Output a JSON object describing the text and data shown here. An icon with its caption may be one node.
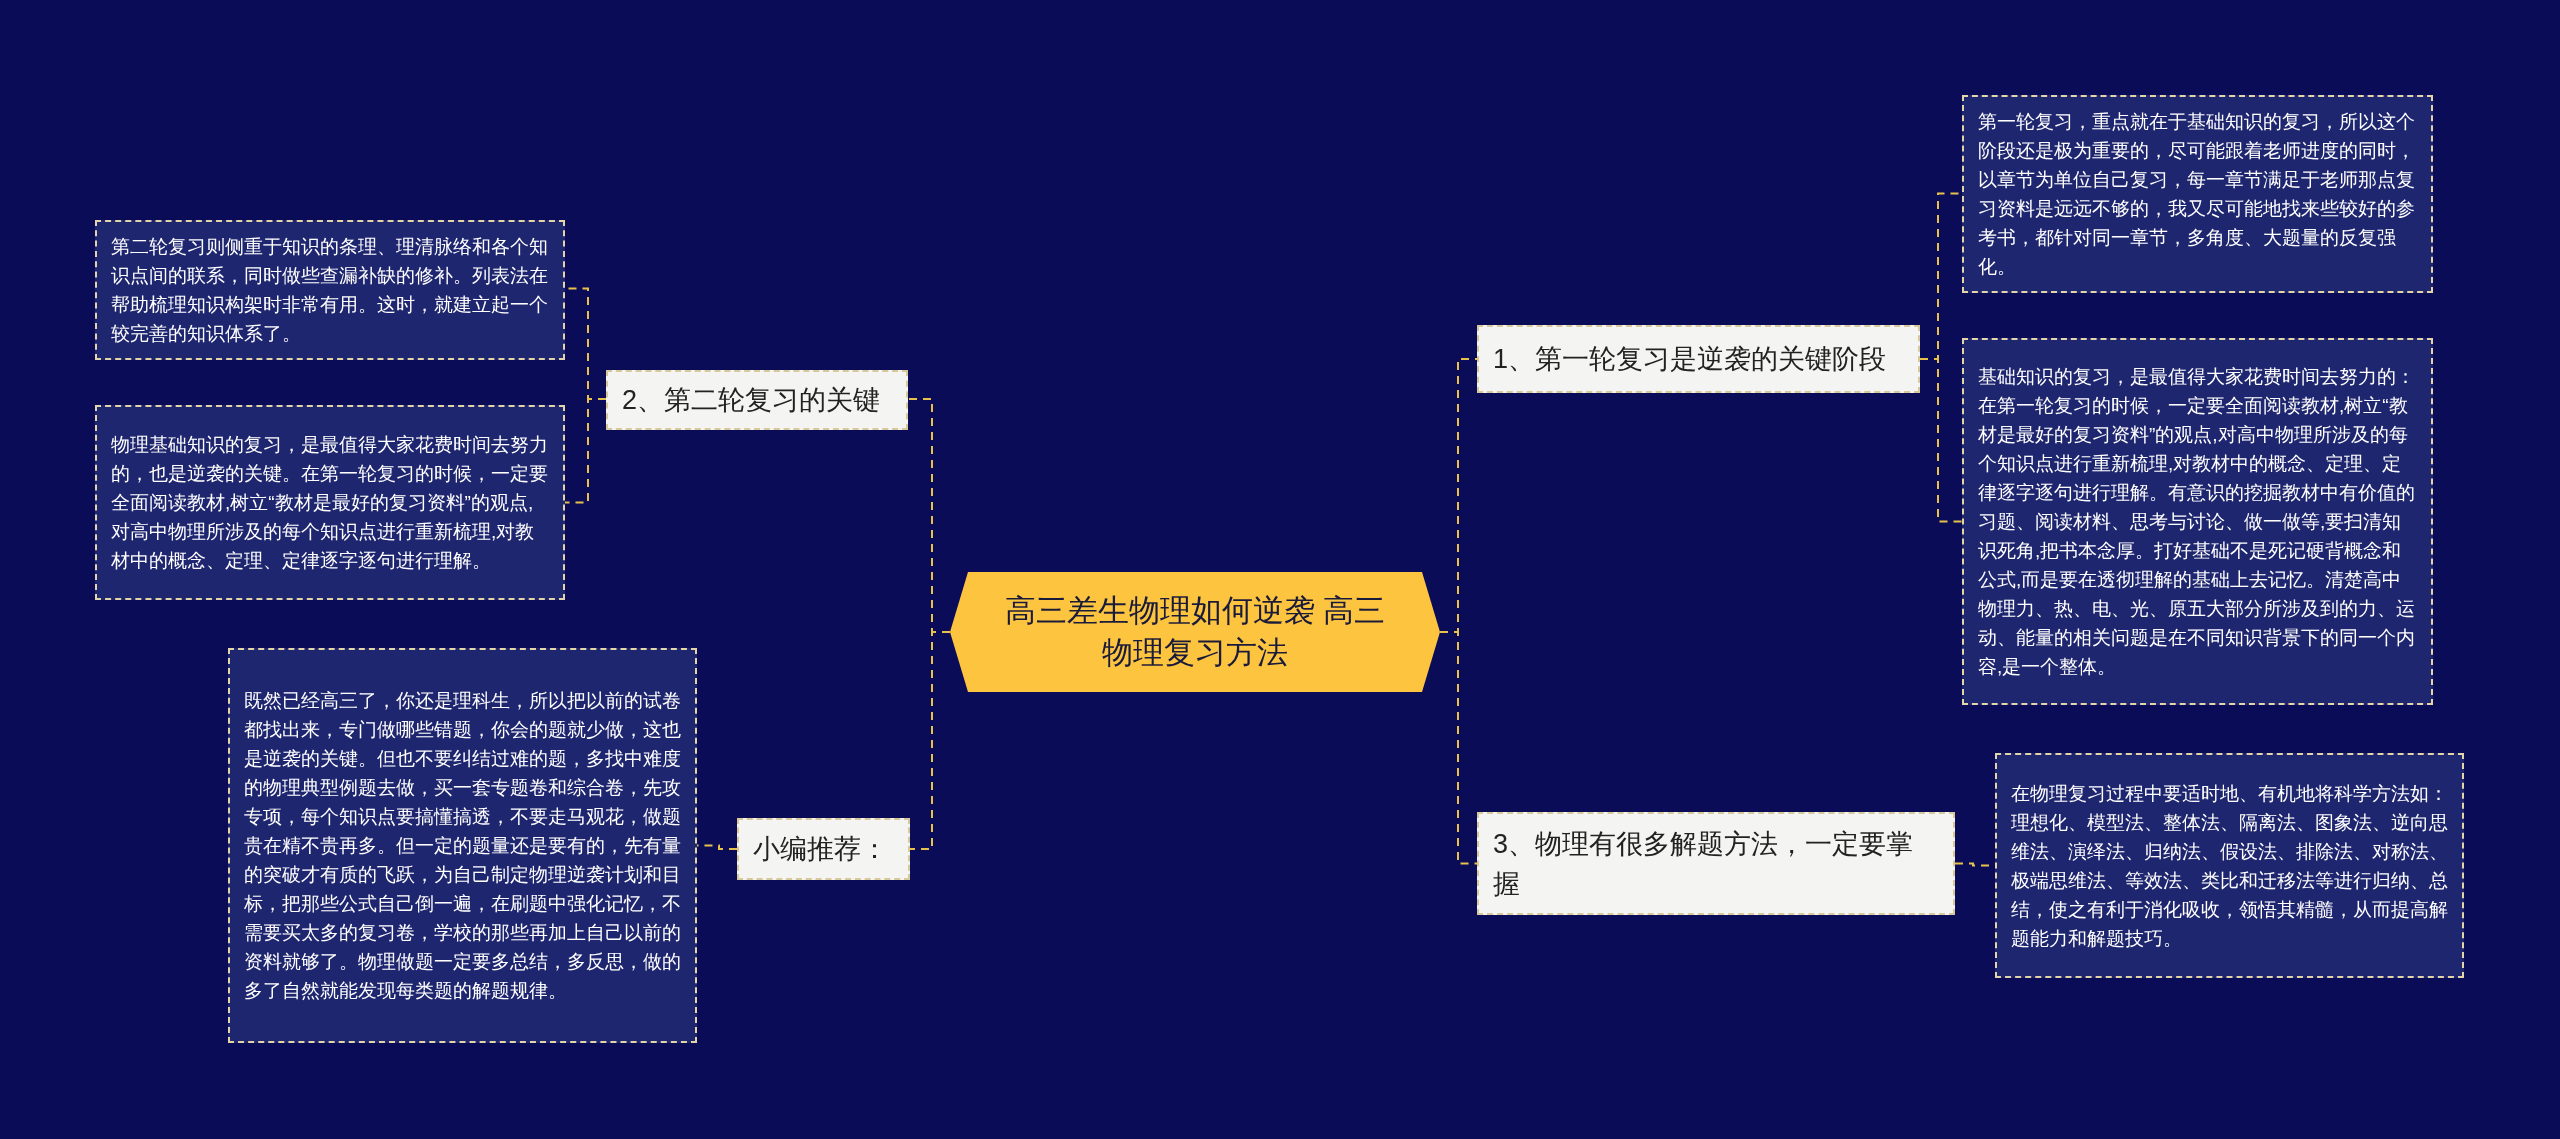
{
  "diagram": {
    "nodes": [
      {
        "text": [
          "高三差生物理如何逆袭 高三物理复习方法"
        ]
      },
      {
        "text": [
          "1、第一轮复习是逆袭的关键阶段"
        ]
      },
      {
        "text": [
          "第一轮复习，重点就在于基础知识的复习，所以这个阶段还是极为重要的，尽可能跟着老师进度的同时，以章节为单位自己复习，每一章节满足于老师那点复习资料是远远不够的，我又尽可能地找来些较好的参考书，都针对同一章节，多角度、大题量的反复强化。"
        ]
      },
      {
        "text": [
          "基础知识的复习，是最值得大家花费时间去努力的：在第一轮复习的时候，一定要全面阅读教材,树立“教材是最好的复习资料”的观点,对高中物理所涉及的每个知识点进行重新梳理,对教材中的概念、定理、定律逐字逐句进行理解。有意识的挖掘教材中有价值的习题、阅读材料、思考与讨论、做一做等,要扫清知识死角,把书本念厚。打好基础不是死记硬背概念和公式,而是要在透彻理解的基础上去记忆。清楚高中物理力、热、电、光、原五大部分所涉及到的力、运动、能量的相关问题是在不同知识背景下的同一个内容,是一个整体。"
        ]
      },
      {
        "text": [
          "2、第二轮复习的关键"
        ]
      },
      {
        "text": [
          "第二轮复习则侧重于知识的条理、理清脉络和各个知识点间的联系，同时做些查漏补缺的修补。列表法在帮助梳理知识构架时非常有用。这时，就建立起一个较完善的知识体系了。"
        ]
      },
      {
        "text": [
          "物理基础知识的复习，是最值得大家花费时间去努力的，也是逆袭的关键。在第一轮复习的时候，一定要全面阅读教材,树立“教材是最好的复习资料”的观点,对高中物理所涉及的每个知识点进行重新梳理,对教材中的概念、定理、定律逐字逐句进行理解。"
        ]
      },
      {
        "text": [
          "3、物理有很多解题方法，一定要掌握"
        ]
      },
      {
        "text": [
          "在物理复习过程中要适时地、有机地将科学方法如：理想化、模型法、整体法、隔离法、图象法、逆向思维法、演绎法、归纳法、假设法、排除法、对称法、极端思维法、等效法、类比和迁移法等进行归纳、总结，使之有利于消化吸收，领悟其精髓，从而提高解题能力和解题技巧。"
        ]
      },
      {
        "text": [
          "小编推荐："
        ]
      },
      {
        "text": [
          "既然已经高三了，你还是理科生，所以把以前的试卷都找出来，专门做哪些错题，你会的题就少做，这也是逆袭的关键。但也不要纠结过难的题，多找中难度的物理典型例题去做，买一套专题卷和综合卷，先攻专项，每个知识点要搞懂搞透，不要走马观花，做题贵在精不贵再多。但一定的题量还是要有的，先有量的突破才有质的飞跃，为自己制定物理逆袭计划和目标，把那些公式自己倒一遍，在刷题中强化记忆，不需要买太多的复习卷，学校的那些再加上自己以前的资料就够了。物理做题一定要多总结，多反思，做的多了自然就能发现每类题的解题规律。"
        ]
      }
    ],
    "edges": [
      {
        "from": 0,
        "to": 1,
        "arrow": "none",
        "style": "dashed"
      },
      {
        "from": 1,
        "to": 2,
        "arrow": "none",
        "style": "dashed"
      },
      {
        "from": 1,
        "to": 3,
        "arrow": "none",
        "style": "dashed"
      },
      {
        "from": 0,
        "to": 4,
        "arrow": "none",
        "style": "dashed"
      },
      {
        "from": 4,
        "to": 5,
        "arrow": "none",
        "style": "dashed"
      },
      {
        "from": 4,
        "to": 6,
        "arrow": "none",
        "style": "dashed"
      },
      {
        "from": 0,
        "to": 7,
        "arrow": "none",
        "style": "dashed"
      },
      {
        "from": 7,
        "to": 8,
        "arrow": "none",
        "style": "dashed"
      },
      {
        "from": 0,
        "to": 9,
        "arrow": "none",
        "style": "dashed"
      },
      {
        "from": 9,
        "to": 10,
        "arrow": "none",
        "style": "dashed"
      }
    ]
  }
}
